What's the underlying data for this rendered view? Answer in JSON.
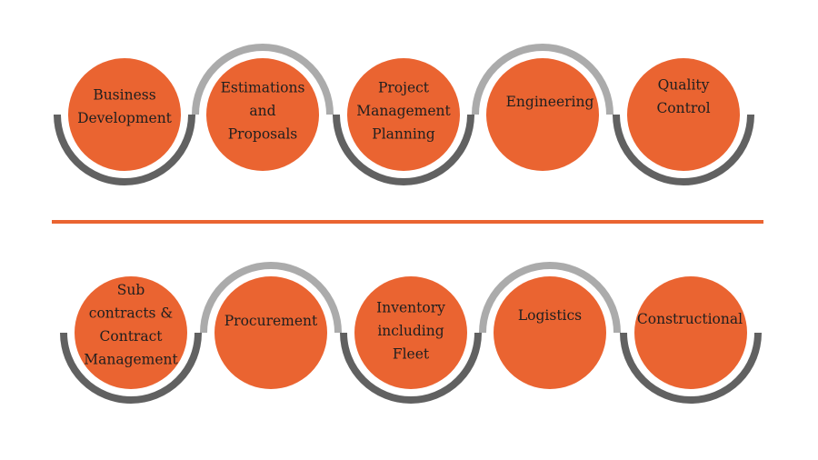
{
  "colors": {
    "circle": "#EA6431",
    "arc_dark": "#616161",
    "arc_light": "#ABABAB",
    "divider": "#EA6431",
    "text": "#1F1F1F"
  },
  "rows": [
    {
      "items": [
        {
          "id": "business-development",
          "lines": [
            "Business",
            "Development"
          ],
          "arc": "bottom-dark"
        },
        {
          "id": "estimations-and-proposals",
          "lines": [
            "Estimations",
            "and",
            "Proposals"
          ],
          "arc": "top-light"
        },
        {
          "id": "project-management-planning",
          "lines": [
            "Project",
            "Management",
            "Planning"
          ],
          "arc": "bottom-dark"
        },
        {
          "id": "engineering",
          "lines": [
            "Engineering"
          ],
          "arc": "top-light"
        },
        {
          "id": "quality-control",
          "lines": [
            "Quality",
            "Control"
          ],
          "arc": "bottom-dark"
        }
      ]
    },
    {
      "items": [
        {
          "id": "sub-contracts-and-contract-management",
          "lines": [
            "Sub",
            "contracts &",
            "Contract",
            "Management"
          ],
          "arc": "bottom-dark"
        },
        {
          "id": "procurement",
          "lines": [
            "Procurement"
          ],
          "arc": "top-light"
        },
        {
          "id": "inventory-including-fleet",
          "lines": [
            "Inventory",
            "including",
            "Fleet"
          ],
          "arc": "bottom-dark"
        },
        {
          "id": "logistics",
          "lines": [
            "Logistics"
          ],
          "arc": "top-light"
        },
        {
          "id": "constructional",
          "lines": [
            "Constructional"
          ],
          "arc": "bottom-dark"
        }
      ]
    }
  ]
}
